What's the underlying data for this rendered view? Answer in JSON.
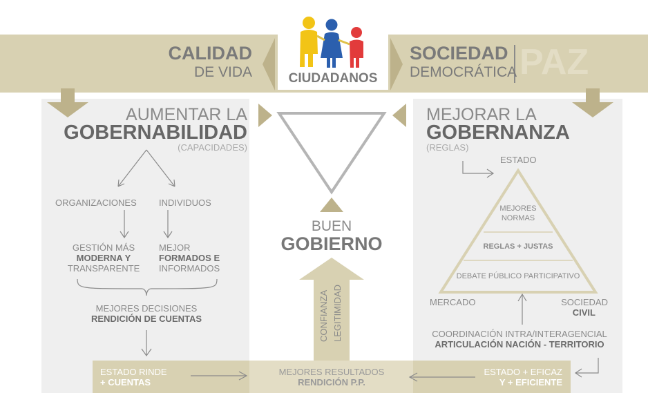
{
  "colors": {
    "band": "#d8d1b2",
    "accent": "#bdb28b",
    "panel": "#efefef",
    "text": "#8a8a8a",
    "dark_text": "#6b6b6b",
    "people_yellow": "#f2c416",
    "people_blue": "#2b5fae",
    "people_red": "#e23b3b"
  },
  "top": {
    "left_bold": "CALIDAD",
    "left_sub": "DE VIDA",
    "center": "CIUDADANOS",
    "right_bold": "SOCIEDAD",
    "right_sub": "DEMOCRÁTICA",
    "paz": "PAZ",
    "icon": "people-family-icon"
  },
  "left_panel": {
    "title_light": "AUMENTAR LA",
    "title_bold": "GOBERNABILIDAD",
    "subtitle": "(CAPACIDADES)",
    "branch_left": "ORGANIZACIONES",
    "branch_right": "INDIVIDUOS",
    "left_line1": "GESTIÓN MÁS",
    "left_line2_bold": "MODERNA Y",
    "left_line3": "TRANSPARENTE",
    "right_line1": "MEJOR",
    "right_line2_bold": "FORMADOS E",
    "right_line3": "INFORMADOS",
    "decisions_line1": "MEJORES DECISIONES",
    "decisions_line2_bold": "RENDICIÓN DE CUENTAS"
  },
  "center": {
    "buen": "BUEN",
    "gobierno": "GOBIERNO",
    "arrow_text1": "CONFIANZA",
    "arrow_text2": "LEGITIMIDAD"
  },
  "right_panel": {
    "title_light": "MEJORAR LA",
    "title_bold": "GOBERNANZA",
    "subtitle": "(REGLAS)",
    "estado": "ESTADO",
    "tri_top1": "MEJORES",
    "tri_top2": "NORMAS",
    "tri_mid": "REGLAS + JUSTAS",
    "tri_bottom": "DEBATE PÚBLICO PARTICIPATIVO",
    "mercado": "MERCADO",
    "sociedad": "SOCIEDAD",
    "civil": "CIVIL",
    "coord_line1": "COORDINACIÓN INTRA/INTERAGENCIAL",
    "coord_line2_bold": "ARTICULACIÓN NACIÓN - TERRITORIO"
  },
  "bottom": {
    "left_line1": "ESTADO RINDE",
    "left_line2": "+ CUENTAS",
    "center_line1": "MEJORES RESULTADOS",
    "center_line2": "RENDICIÓN P.P.",
    "right_line1": "ESTADO + EFICAZ",
    "right_line2": "Y + EFICIENTE"
  }
}
